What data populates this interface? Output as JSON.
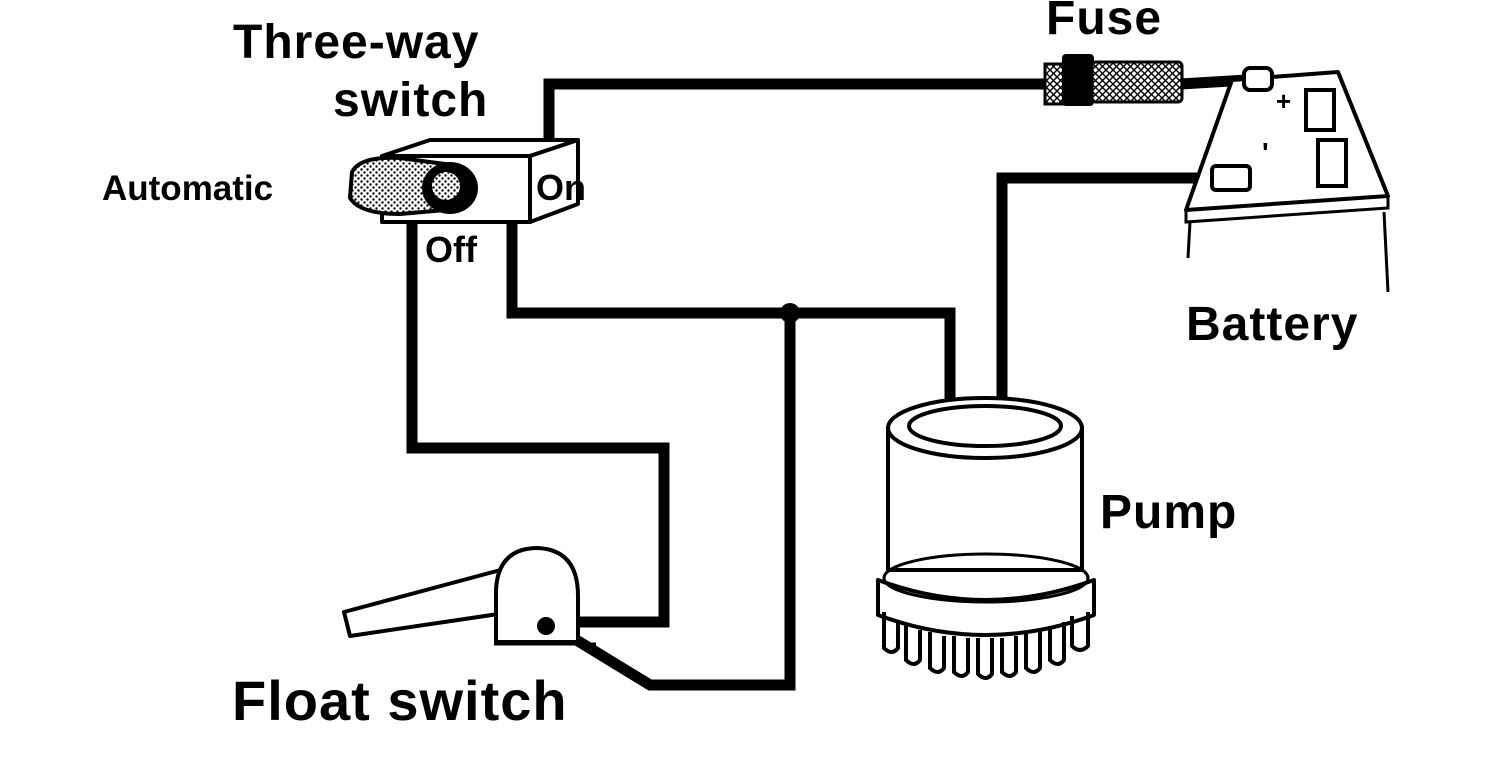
{
  "labels": {
    "three_way_line1": "Three-way",
    "three_way_line2": "switch",
    "fuse": "Fuse",
    "automatic": "Automatic",
    "on": "On",
    "off": "Off",
    "battery": "Battery",
    "pump": "Pump",
    "float_switch": "Float switch",
    "battery_plus": "+",
    "battery_minus": "'"
  },
  "colors": {
    "ink": "#000000",
    "paper": "#ffffff",
    "stipple": "#9a9a9a"
  }
}
